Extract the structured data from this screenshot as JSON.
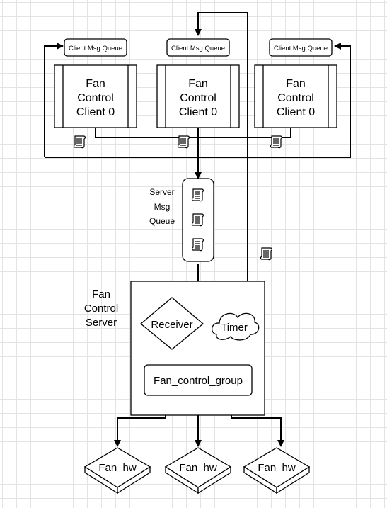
{
  "clients": [
    {
      "queue_label": "Client Msg Queue",
      "name_lines": [
        "Fan",
        "Control",
        "Client 0"
      ]
    },
    {
      "queue_label": "Client Msg Queue",
      "name_lines": [
        "Fan",
        "Control",
        "Client 0"
      ]
    },
    {
      "queue_label": "Client Msg Queue",
      "name_lines": [
        "Fan",
        "Control",
        "Client 0"
      ]
    }
  ],
  "server_queue": {
    "label_lines": [
      "Server",
      "Msg",
      "Queue"
    ]
  },
  "server": {
    "label_lines": [
      "Fan",
      "Control",
      "Server"
    ],
    "receiver": "Receiver",
    "timer": "Timer",
    "group": "Fan_control_group"
  },
  "hardware": [
    "Fan_hw",
    "Fan_hw",
    "Fan_hw"
  ]
}
